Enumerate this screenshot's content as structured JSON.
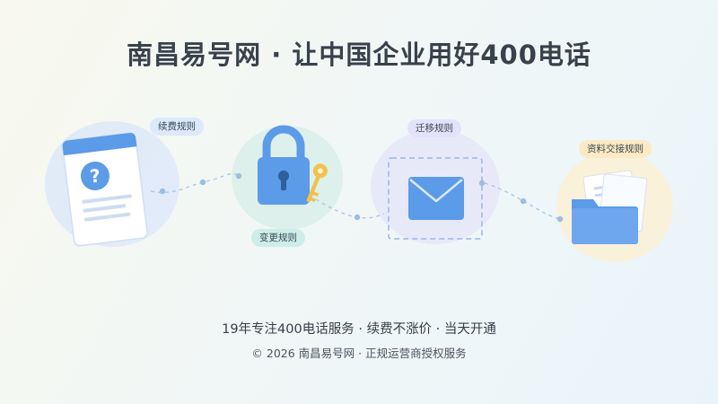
{
  "header": {
    "title": "南昌易号网 · 让中国企业用好400电话"
  },
  "steps": [
    {
      "label": "续费规则",
      "icon": "document-question-icon"
    },
    {
      "label": "变更规则",
      "icon": "lock-key-icon"
    },
    {
      "label": "迁移规则",
      "icon": "envelope-icon"
    },
    {
      "label": "资料交接规则",
      "icon": "folder-icon"
    }
  ],
  "footer": {
    "tagline": "19年专注400电话服务 · 续费不涨价 · 当天开通",
    "copyright": "© 2026 南昌易号网 · 正规运营商授权服务"
  },
  "colors": {
    "title": "#38424c",
    "icon_blue": "#5b9be8",
    "key_gold": "#f2c14e",
    "tag_blue": "#dbe9fb",
    "tag_teal": "#cdeee8",
    "tag_purple": "#e3e2fa",
    "tag_yellow": "#fbeac4"
  }
}
